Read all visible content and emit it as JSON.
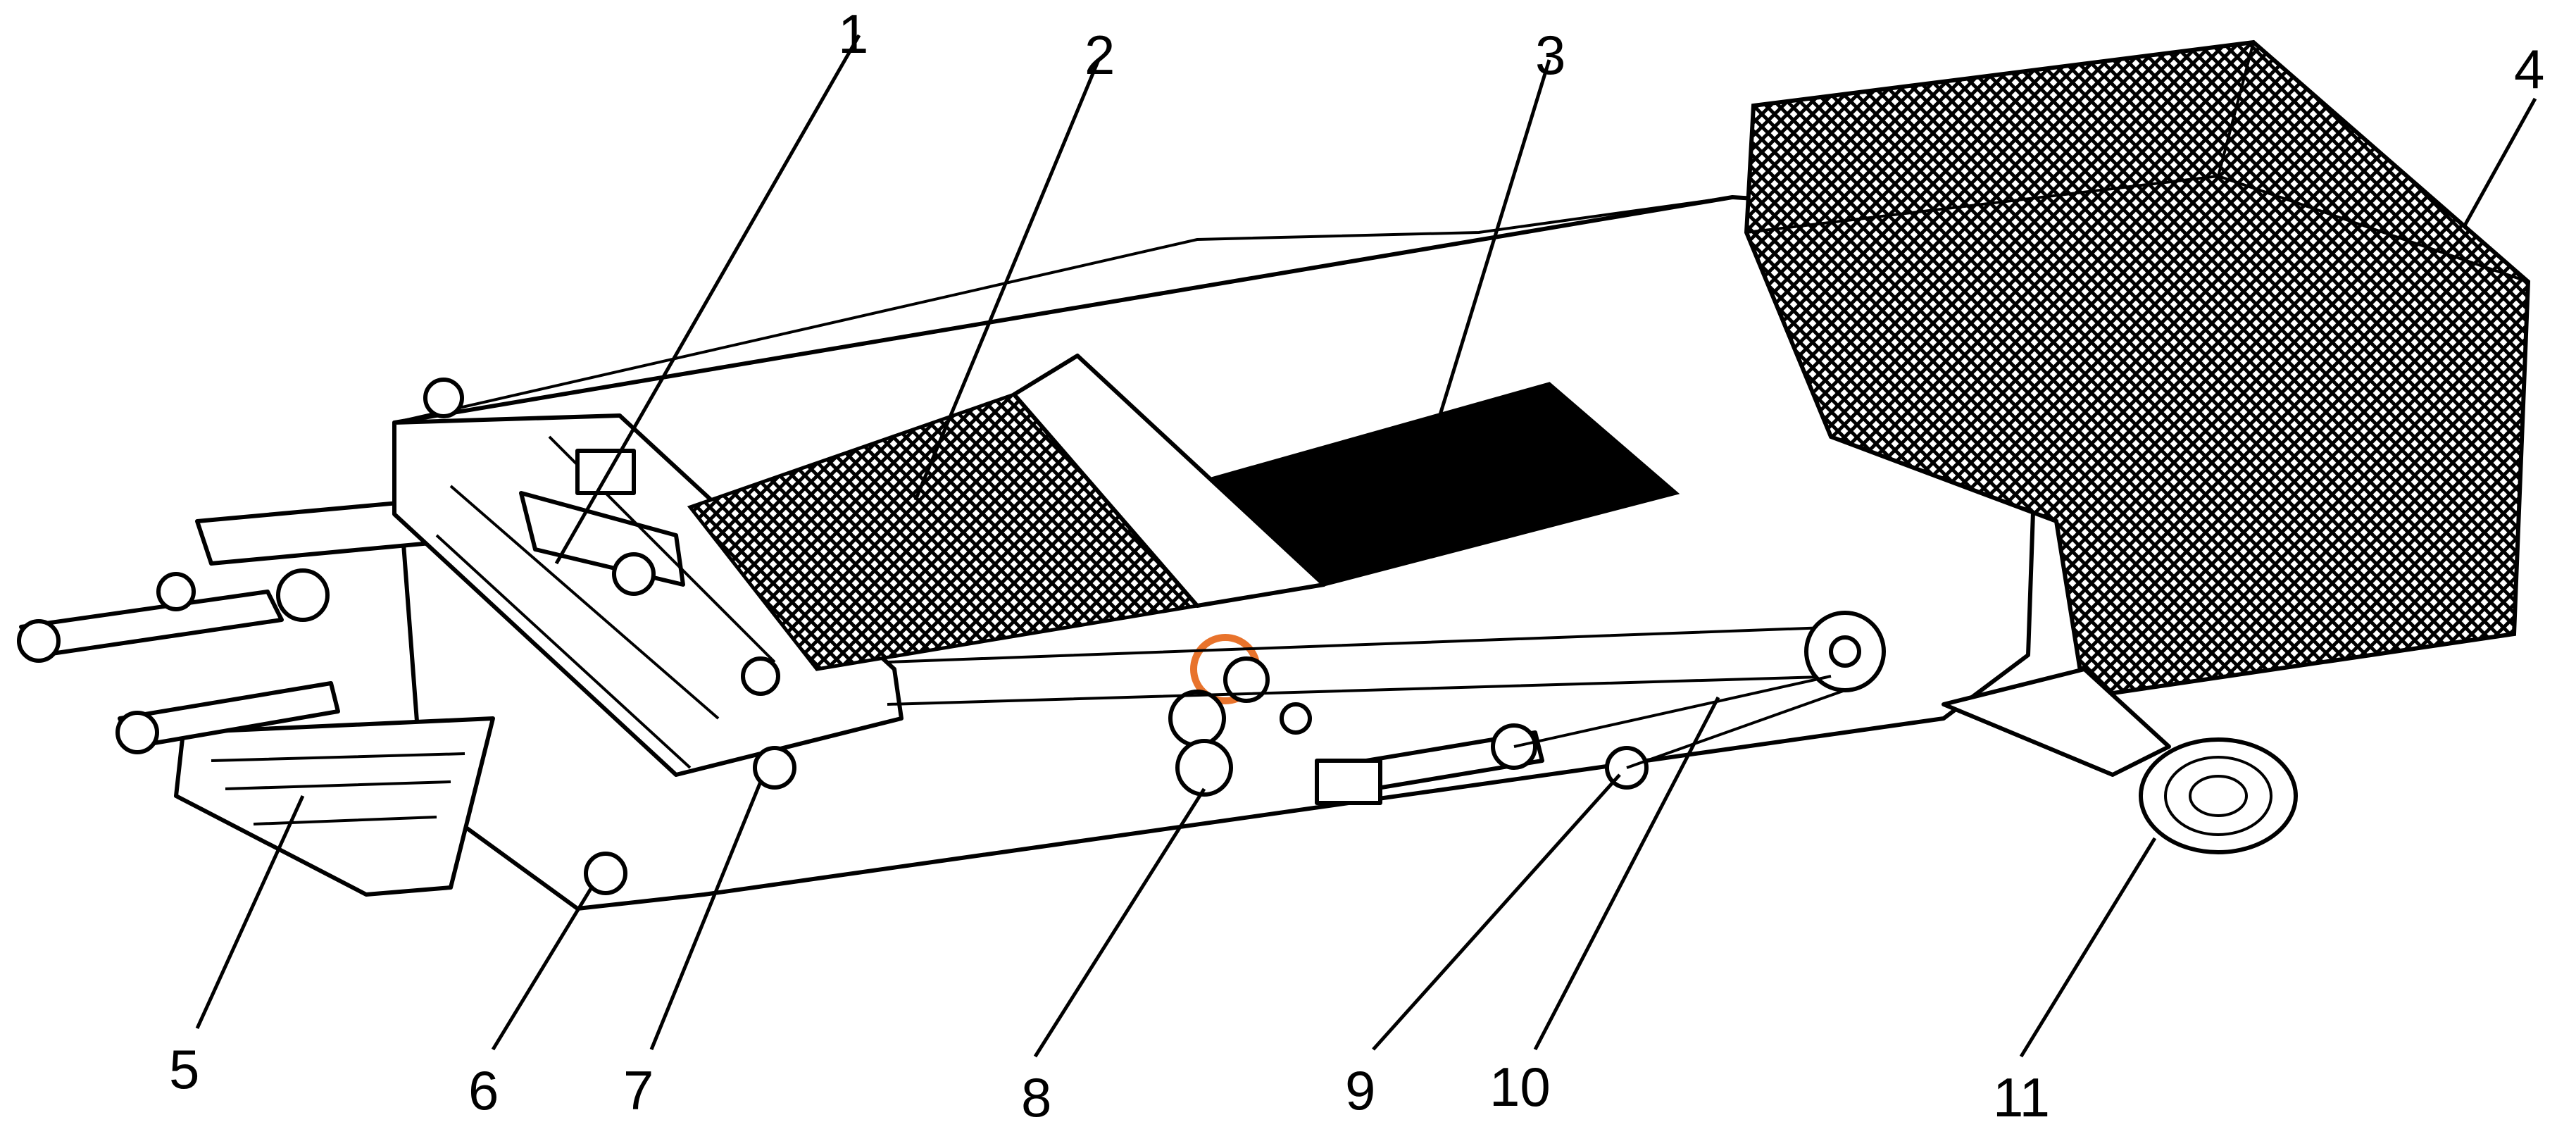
{
  "callouts": [
    {
      "id": "1",
      "label": "1"
    },
    {
      "id": "2",
      "label": "2"
    },
    {
      "id": "3",
      "label": "3"
    },
    {
      "id": "4",
      "label": "4"
    },
    {
      "id": "5",
      "label": "5"
    },
    {
      "id": "6",
      "label": "6"
    },
    {
      "id": "7",
      "label": "7"
    },
    {
      "id": "8",
      "label": "8"
    },
    {
      "id": "9",
      "label": "9"
    },
    {
      "id": "10",
      "label": "10"
    },
    {
      "id": "11",
      "label": "11"
    }
  ],
  "colors": {
    "line": "#000000",
    "background": "#ffffff",
    "accent": "#e8732c"
  }
}
